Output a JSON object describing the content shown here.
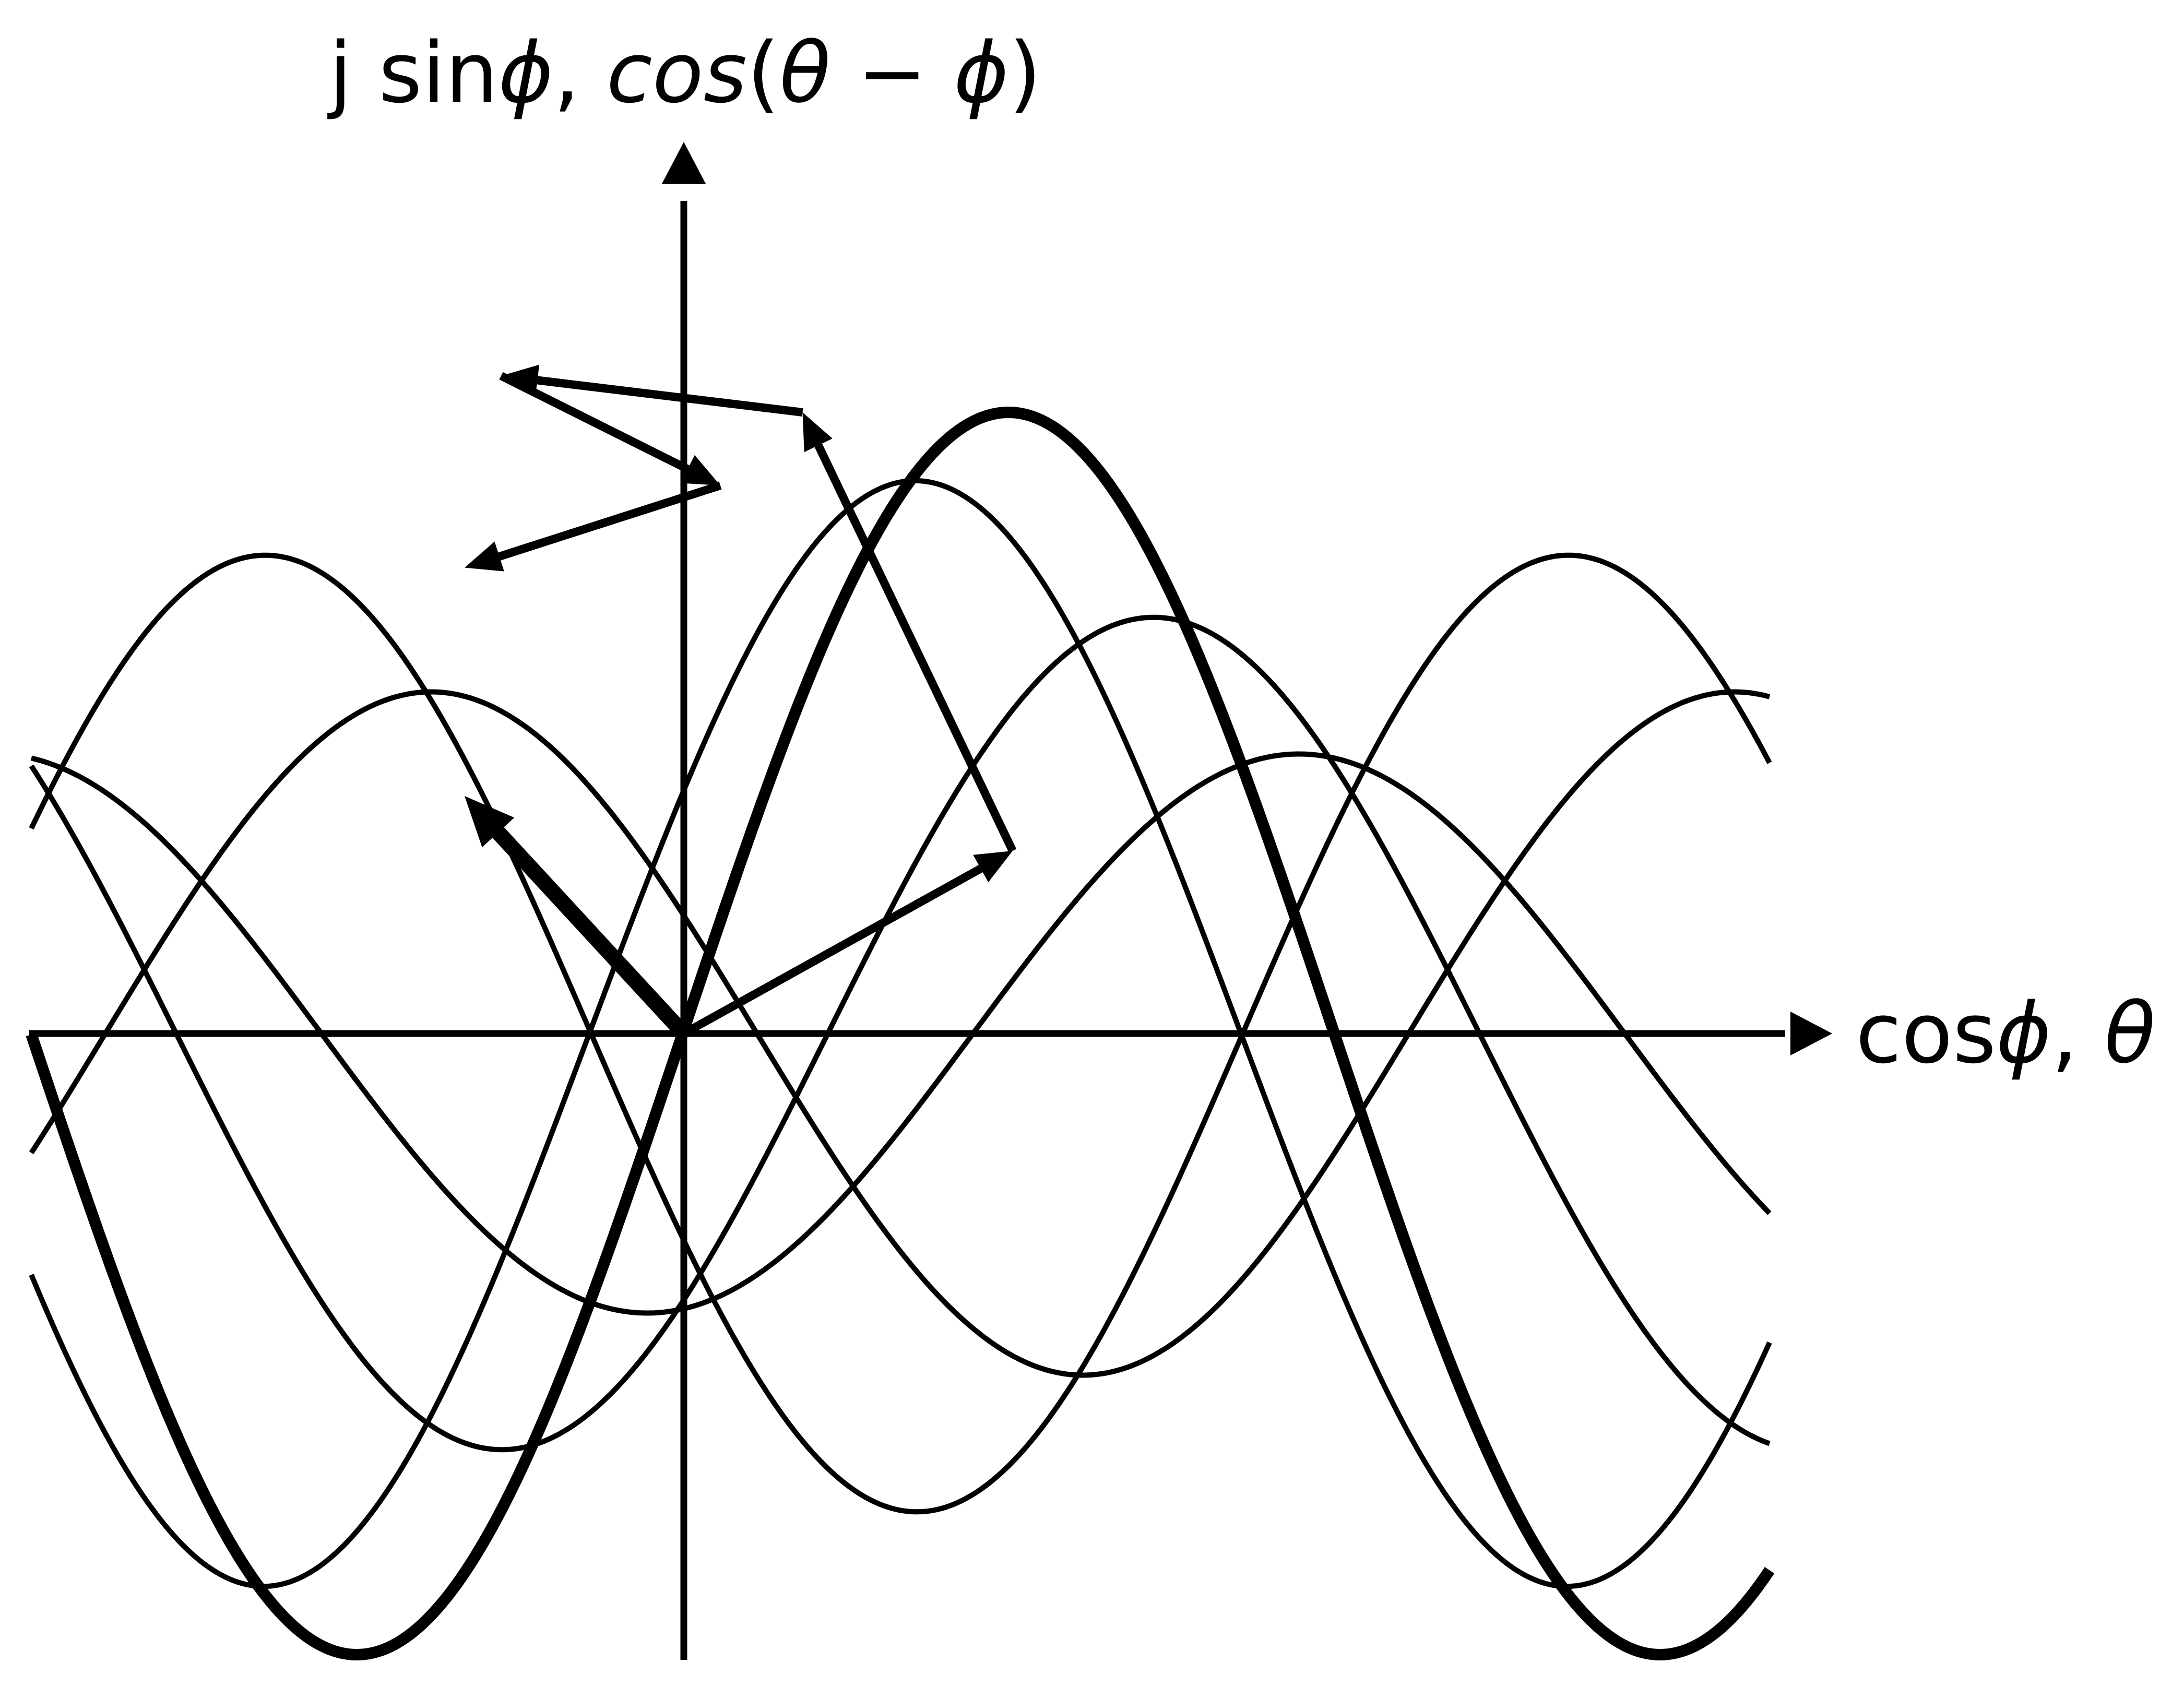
{
  "colors": {
    "background": "#ffffff",
    "ink": "#000000"
  },
  "labels": {
    "y_axis": {
      "prefix": "j sin",
      "phi": "ϕ",
      "comma": ", ",
      "cos": "cos",
      "open": "(",
      "theta": "θ",
      "minus": " − ",
      "phi2": "ϕ",
      "close": ")"
    },
    "x_axis": {
      "prefix": "cos",
      "phi": "ϕ",
      "comma": ", ",
      "theta": "θ"
    }
  },
  "chart_data": {
    "type": "line",
    "description_free": true,
    "axes": {
      "x_label": "cosϕ, θ",
      "y_label": "j sinϕ, cos(θ − ϕ)",
      "x_range": [
        -3.14,
        5.24
      ],
      "y_range": [
        -1.0,
        1.0
      ]
    },
    "waves": [
      {
        "amplitude": 1.0,
        "phase": 0.0,
        "emphasis": "heavy"
      },
      {
        "amplitude": 0.89,
        "phase": -0.45,
        "emphasis": "normal"
      },
      {
        "amplitude": 0.67,
        "phase": 0.7,
        "emphasis": "normal"
      },
      {
        "amplitude": 0.45,
        "phase": 1.4,
        "emphasis": "normal"
      },
      {
        "amplitude": 0.77,
        "phase": 2.7,
        "emphasis": "normal"
      },
      {
        "amplitude": 0.55,
        "phase": 3.5,
        "emphasis": "normal"
      }
    ],
    "phasors": [
      {
        "from": [
          0,
          0
        ],
        "to": [
          -1.2,
          1.3
        ],
        "emphasis": "heavy"
      },
      {
        "from": [
          0,
          0
        ],
        "to": [
          1.8,
          1.0
        ],
        "emphasis": "normal"
      },
      {
        "from": [
          1.8,
          1.0
        ],
        "to": [
          0.65,
          3.4
        ],
        "emphasis": "normal"
      },
      {
        "from": [
          0.65,
          3.4
        ],
        "to": [
          -1.0,
          3.6
        ],
        "emphasis": "normal"
      },
      {
        "from": [
          -1.0,
          3.6
        ],
        "to": [
          0.2,
          3.0
        ],
        "emphasis": "normal"
      },
      {
        "from": [
          0.2,
          3.0
        ],
        "to": [
          -1.2,
          2.55
        ],
        "emphasis": "normal"
      }
    ]
  }
}
